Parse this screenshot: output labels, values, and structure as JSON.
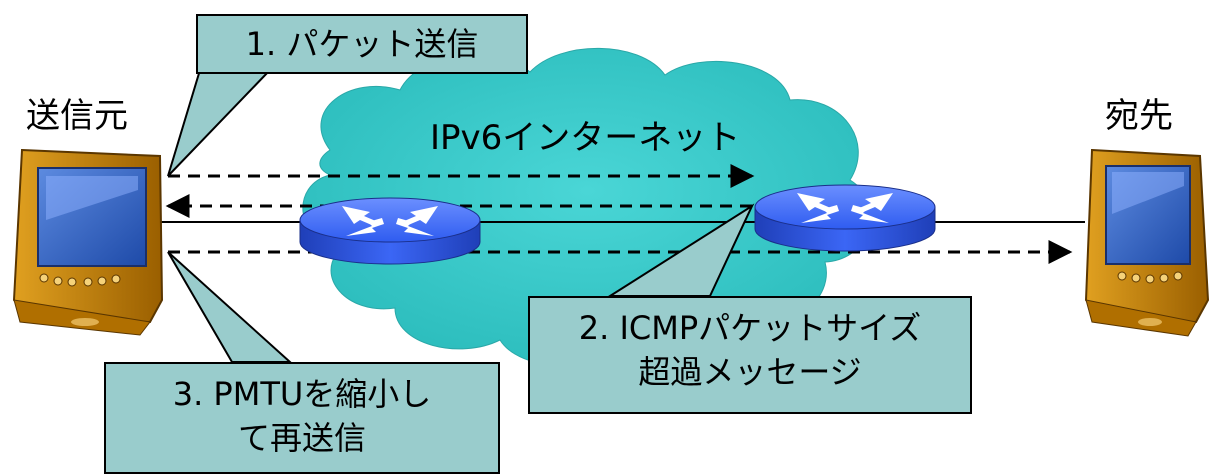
{
  "nodes": {
    "source": "送信元",
    "destination": "宛先",
    "network": "IPv6インターネット"
  },
  "steps": {
    "step1": "1. パケット送信",
    "step2_line1": "2. ICMPパケットサイズ",
    "step2_line2": "超過メッセージ",
    "step3_line1": "3. PMTUを縮小し",
    "step3_line2": "て再送信"
  },
  "colors": {
    "cloud": "#33cccc",
    "callout": "#99cccc",
    "router": "#3366ff",
    "device_body": "#cc8800",
    "device_screen": "#3366cc"
  }
}
